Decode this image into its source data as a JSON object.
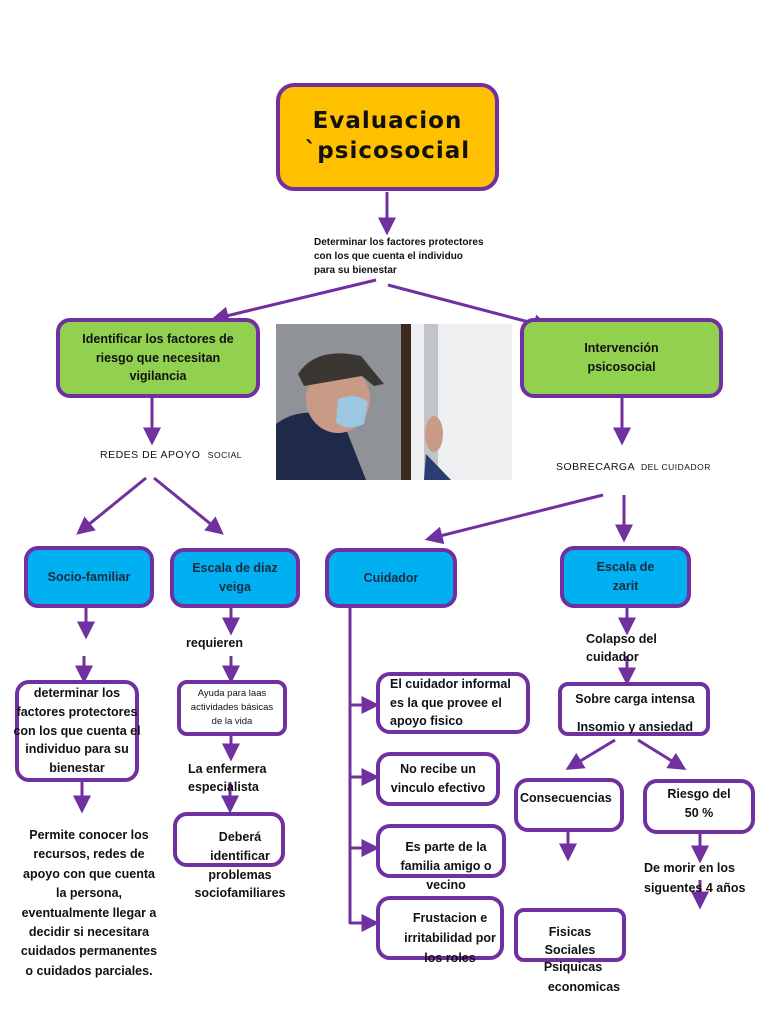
{
  "colors": {
    "border": "#7030a0",
    "title_fill": "#ffc000",
    "level1_fill": "#92d050",
    "level2_fill": "#00b0f0",
    "leaf_fill": "#ffffff"
  },
  "root": {
    "title_line1": "Evaluacion",
    "title_line2": "`psicosocial",
    "subtitle": "Determinar los factores protectores con los que cuenta el individuo para su bienestar"
  },
  "left_branch": {
    "box": "Identificar los factores de riesgo que necesitan vigilancia",
    "label_main": "REDES DE APOYO",
    "label_small": "SOCIAL",
    "socio_familiar": {
      "box": "Socio-familiar",
      "detail_box": "determinar los factores protectores con los que cuenta el individuo para su bienestar",
      "note": "Permite conocer los recursos, redes de apoyo con que cuenta la persona, eventualmente llegar a decidir si necesitara cuidados permanentes o cuidados parciales."
    },
    "diaz_veiga": {
      "box": "Escala de diaz veiga",
      "label": "requieren",
      "detail_box": "Ayuda para laas actividades básicas de la vida",
      "label2": "La enfermera especialista",
      "final_box": "Deberá identificar problemas sociofamiliares"
    }
  },
  "image": {
    "semantic": "elderly-man-with-mask-at-window-photo"
  },
  "right_branch": {
    "box": "Intervención psicosocial",
    "label_main": "SOBRECARGA",
    "label_small": "DEL CUIDADOR",
    "cuidador": {
      "box": "Cuidador",
      "items": [
        "El cuidador informal es la que provee el apoyo fisico",
        "No recibe un vinculo efectivo",
        "Es parte de la familia amigo o vecino",
        "Frustacion e irritabilidad por los roles"
      ]
    },
    "zarit": {
      "box_line1": "Escala de",
      "box_line2": "zarit",
      "label": "Colapso del cuidador",
      "detail_line1": "Sobre carga intensa",
      "detail_line2": "Insomio y ansiedad",
      "consecuencias": {
        "box": "Consecuencias",
        "detail_line1": "Fisicas",
        "detail_line2": "Sociales",
        "extra_line1": "Psiquicas",
        "extra_line2": "economicas"
      },
      "riesgo": {
        "box_line1": "Riesgo del",
        "box_line2": "50 %",
        "note": "De morir  en los siguentes 4 años"
      }
    }
  }
}
